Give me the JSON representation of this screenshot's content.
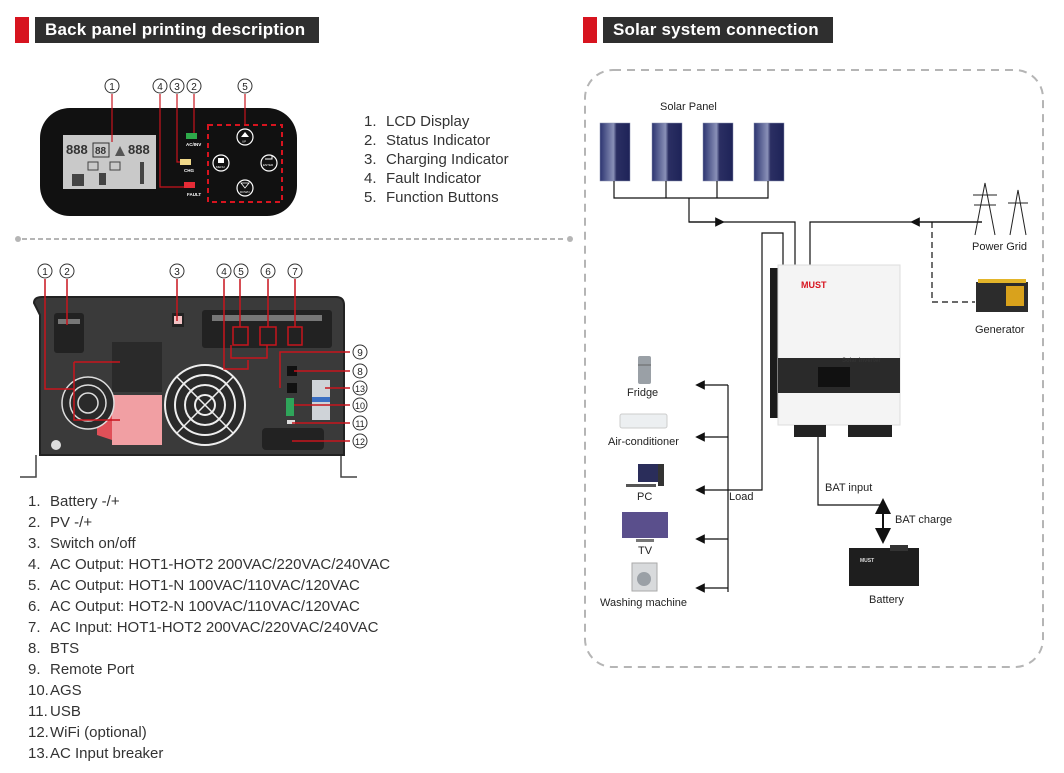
{
  "left": {
    "header": "Back panel printing description",
    "front_panel": {
      "callouts": [
        "1",
        "4",
        "3",
        "2",
        "5"
      ],
      "indicators": {
        "status": "AC/INV",
        "charging": "CHG",
        "fault": "FAULT"
      },
      "buttons": [
        "UP",
        "MENU",
        "ENTER",
        "DOWN"
      ],
      "lcd_digits": [
        "888",
        "88",
        "888"
      ],
      "items": [
        {
          "num": "1.",
          "label": "LCD Display"
        },
        {
          "num": "2.",
          "label": "Status Indicator"
        },
        {
          "num": "3.",
          "label": "Charging Indicator"
        },
        {
          "num": "4.",
          "label": "Fault Indicator"
        },
        {
          "num": "5.",
          "label": "Function Buttons"
        }
      ]
    },
    "back_panel": {
      "callouts": [
        "1",
        "2",
        "3",
        "4",
        "5",
        "6",
        "7",
        "8",
        "9",
        "10",
        "11",
        "12",
        "13"
      ],
      "items": [
        {
          "num": "1.",
          "label": "Battery -/+"
        },
        {
          "num": "2.",
          "label": "PV -/+"
        },
        {
          "num": "3.",
          "label": "Switch on/off"
        },
        {
          "num": "4.",
          "label": "AC Output: HOT1-HOT2 200VAC/220VAC/240VAC"
        },
        {
          "num": "5.",
          "label": "AC Output: HOT1-N 100VAC/110VAC/120VAC"
        },
        {
          "num": "6.",
          "label": "AC Output: HOT2-N 100VAC/110VAC/120VAC"
        },
        {
          "num": "7.",
          "label": "AC Input: HOT1-HOT2 200VAC/220VAC/240VAC"
        },
        {
          "num": "8.",
          "label": "BTS"
        },
        {
          "num": "9.",
          "label": "Remote Port"
        },
        {
          "num": "10.",
          "label": "AGS"
        },
        {
          "num": "11.",
          "label": "USB"
        },
        {
          "num": "12.",
          "label": "WiFi (optional)"
        },
        {
          "num": "13.",
          "label": "AC Input breaker"
        }
      ]
    }
  },
  "right": {
    "header": "Solar system connection",
    "labels": {
      "solar_panel": "Solar Panel",
      "power_grid": "Power Grid",
      "generator": "Generator",
      "fridge": "Fridge",
      "air_conditioner": "Air-conditioner",
      "pc": "PC",
      "tv": "TV",
      "washing_machine": "Washing machine",
      "load": "Load",
      "bat_input": "BAT input",
      "bat_charge": "BAT charge",
      "battery": "Battery",
      "brand": "MUST",
      "inverter_name": "Solar Inverter"
    }
  },
  "colors": {
    "accent_red": "#d7141f",
    "header_dark": "#2f2f2f",
    "panel_black": "#111111",
    "dashed_gray": "#b5b5b5"
  }
}
